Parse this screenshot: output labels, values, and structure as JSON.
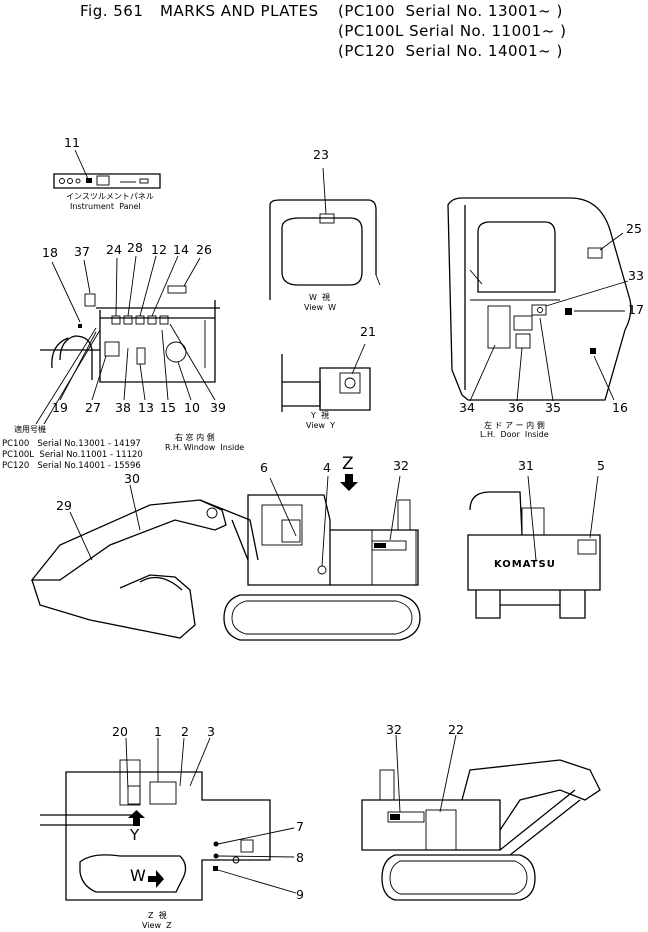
{
  "figure": {
    "fig_label": "Fig. 561",
    "title": "MARKS AND PLATES",
    "serials": [
      "(PC100  Serial No. 13001~ )",
      "(PC100L Serial No. 11001~ )",
      "(PC120  Serial No. 14001~ )"
    ]
  },
  "captions": {
    "instrument_panel_jp": "インスツルメントパネル",
    "instrument_panel": "Instrument  Panel",
    "view_w_jp": "W  視",
    "view_w": "View  W",
    "view_y_jp": "Y  視",
    "view_y": "View  Y",
    "view_z_jp": "Z  視",
    "view_z": "View  Z",
    "rh_window_jp": "右 窓 内 側",
    "rh_window": "R.H. Window  Inside",
    "lh_door_jp": "左 ド ア ー 内 側",
    "lh_door": "L.H.  Door  Inside",
    "applicable_jp": "適用号機",
    "applicability": [
      "PC100   Serial No.13001 - 14197",
      "PC100L  Serial No.11001 - 11120",
      "PC120   Serial No.14001 - 15596"
    ]
  },
  "arrows": {
    "z": "Z",
    "w": "W",
    "y": "Y"
  },
  "brand_text": "KOMATSU",
  "callouts": [
    {
      "id": "c11",
      "text": "11"
    },
    {
      "id": "c23",
      "text": "23"
    },
    {
      "id": "c25",
      "text": "25"
    },
    {
      "id": "c18",
      "text": "18"
    },
    {
      "id": "c37",
      "text": "37"
    },
    {
      "id": "c24",
      "text": "24"
    },
    {
      "id": "c28",
      "text": "28"
    },
    {
      "id": "c12",
      "text": "12"
    },
    {
      "id": "c14",
      "text": "14"
    },
    {
      "id": "c26",
      "text": "26"
    },
    {
      "id": "c33",
      "text": "33"
    },
    {
      "id": "c17",
      "text": "17"
    },
    {
      "id": "c21",
      "text": "21"
    },
    {
      "id": "c19",
      "text": "19"
    },
    {
      "id": "c27",
      "text": "27"
    },
    {
      "id": "c38",
      "text": "38"
    },
    {
      "id": "c13",
      "text": "13"
    },
    {
      "id": "c15",
      "text": "15"
    },
    {
      "id": "c10",
      "text": "10"
    },
    {
      "id": "c39",
      "text": "39"
    },
    {
      "id": "c34",
      "text": "34"
    },
    {
      "id": "c36",
      "text": "36"
    },
    {
      "id": "c35",
      "text": "35"
    },
    {
      "id": "c16",
      "text": "16"
    },
    {
      "id": "c6",
      "text": "6"
    },
    {
      "id": "c4",
      "text": "4"
    },
    {
      "id": "c32a",
      "text": "32"
    },
    {
      "id": "c31",
      "text": "31"
    },
    {
      "id": "c5",
      "text": "5"
    },
    {
      "id": "c29",
      "text": "29"
    },
    {
      "id": "c30",
      "text": "30"
    },
    {
      "id": "c20",
      "text": "20"
    },
    {
      "id": "c1",
      "text": "1"
    },
    {
      "id": "c2",
      "text": "2"
    },
    {
      "id": "c3",
      "text": "3"
    },
    {
      "id": "c32b",
      "text": "32"
    },
    {
      "id": "c22",
      "text": "22"
    },
    {
      "id": "c7",
      "text": "7"
    },
    {
      "id": "c8",
      "text": "8"
    },
    {
      "id": "c9",
      "text": "9"
    }
  ]
}
